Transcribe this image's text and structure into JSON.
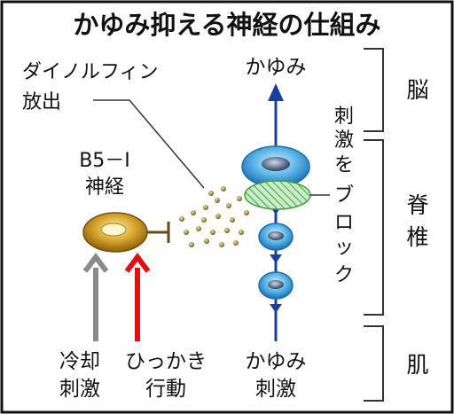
{
  "title": "かゆみ抑える神経の仕組み",
  "labels": {
    "dynorphin_line1": "ダイノルフィン",
    "dynorphin_line2": "放出",
    "itch_top": "かゆみ",
    "block_line1": "刺",
    "block_line2": "激",
    "block_line3": "を",
    "block_line4": "ブ",
    "block_line5": "ロ",
    "block_line6": "ッ",
    "block_line7": "ク",
    "neuron_line1": "B5－I",
    "neuron_line2": "神経",
    "cold_line1": "冷却",
    "cold_line2": "刺激",
    "scratch_line1": "ひっかき",
    "scratch_line2": "行動",
    "itch_bottom_line1": "かゆみ",
    "itch_bottom_line2": "刺激"
  },
  "regions": {
    "brain": "脳",
    "spine": "脊椎",
    "skin": "肌"
  },
  "colors": {
    "border": "#111111",
    "blue_line": "#1a3fa0",
    "cell_blue": "#4aa6dc",
    "neuron_gold": "#c8941c",
    "arrow_gray": "#8a8a8a",
    "arrow_red": "#e01010",
    "block_green": "#6bbf6b"
  }
}
